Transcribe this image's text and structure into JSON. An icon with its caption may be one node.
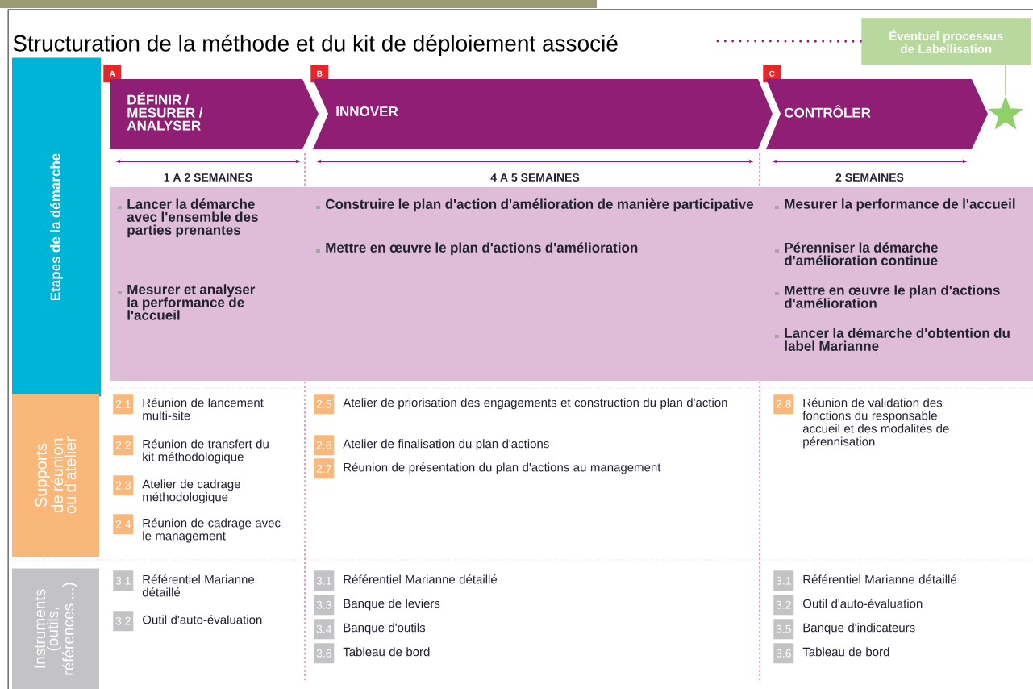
{
  "diagram": {
    "title": "Structuration de la méthode et du kit de déploiement associé",
    "nodes": [
      {
        "text": [
          "Éventuel processus de Labellisation"
        ]
      },
      {
        "text": [],
        "shape": "star"
      },
      {
        "text": [
          "A"
        ]
      },
      {
        "text": [
          "DÉFINIR / MESURER / ANALYSER"
        ]
      },
      {
        "text": [
          "B"
        ]
      },
      {
        "text": [
          "INNOVER"
        ]
      },
      {
        "text": [
          "C"
        ]
      },
      {
        "text": [
          "CONTRÔLER"
        ]
      },
      {
        "text": [
          "Etapes de la démarche"
        ]
      },
      {
        "text": [
          "Lancer la démarche avec l'ensemble des parties prenantes",
          "Mesurer et analyser la performance de l'accueil",
          "Construire le plan d'action d'amélioration de manière participative",
          "Mettre en œuvre le plan d'actions d'amélioration",
          "Mesurer la performance de l'accueil",
          "Pérenniser la démarche d'amélioration continue",
          "Mettre en œuvre le plan d'actions d'amélioration",
          "Lancer la démarche d'obtention du label Marianne"
        ]
      },
      {
        "text": [
          "Supports de réunion ou d'atelier"
        ]
      },
      {
        "text": [
          "2.1"
        ],
        "beside": [
          "Réunion de lancement multi-site"
        ]
      },
      {
        "text": [
          "2.2"
        ],
        "beside": [
          "Réunion de transfert du kit méthodologique"
        ]
      },
      {
        "text": [
          "2.3"
        ],
        "beside": [
          "Atelier de cadrage méthodologique"
        ]
      },
      {
        "text": [
          "2.4"
        ],
        "beside": [
          "Réunion de cadrage avec le management"
        ]
      },
      {
        "text": [
          "2.5"
        ],
        "beside": [
          "Atelier de priorisation des engagements et construction du plan d'action"
        ]
      },
      {
        "text": [
          "2.6"
        ],
        "beside": [
          "Atelier de finalisation du plan d'actions"
        ]
      },
      {
        "text": [
          "2.7"
        ],
        "beside": [
          "Réunion de présentation du plan d'actions au management"
        ]
      },
      {
        "text": [
          "2.8"
        ],
        "beside": [
          "Réunion de validation des fonctions du responsable accueil et des modalités de pérennisation"
        ]
      },
      {
        "text": [
          "Instruments (outils, références ...)"
        ]
      },
      {
        "text": [
          "3.1"
        ],
        "beside": [
          "Référentiel Marianne détaillé"
        ]
      },
      {
        "text": [
          "3.2"
        ],
        "beside": [
          "Outil d'auto-évaluation"
        ]
      },
      {
        "text": [
          "3.1"
        ],
        "beside": [
          "Référentiel Marianne détaillé"
        ]
      },
      {
        "text": [
          "3.3"
        ],
        "beside": [
          "Banque de leviers"
        ]
      },
      {
        "text": [
          "3.4"
        ],
        "beside": [
          "Banque d'outils"
        ]
      },
      {
        "text": [
          "3.6"
        ],
        "beside": [
          "Tableau de bord"
        ]
      },
      {
        "text": [
          "3.1"
        ],
        "beside": [
          "Référentiel Marianne détaillé"
        ]
      },
      {
        "text": [
          "3.2"
        ],
        "beside": [
          "Outil d'auto-évaluation"
        ]
      },
      {
        "text": [
          "3.5"
        ],
        "beside": [
          "Banque d'indicateurs"
        ]
      },
      {
        "text": [
          "3.6"
        ],
        "beside": [
          "Tableau de bord"
        ]
      }
    ],
    "edges": [
      {
        "from": null,
        "to": 0,
        "arrow": "none",
        "style": "dashed",
        "color": "#901e74"
      },
      {
        "from": 0,
        "to": 1,
        "arrow": "none",
        "color": "#b8d99e"
      }
    ],
    "labels": [
      "1 A 2 SEMAINES",
      "4 A 5 SEMAINES",
      "2 SEMAINES"
    ]
  }
}
